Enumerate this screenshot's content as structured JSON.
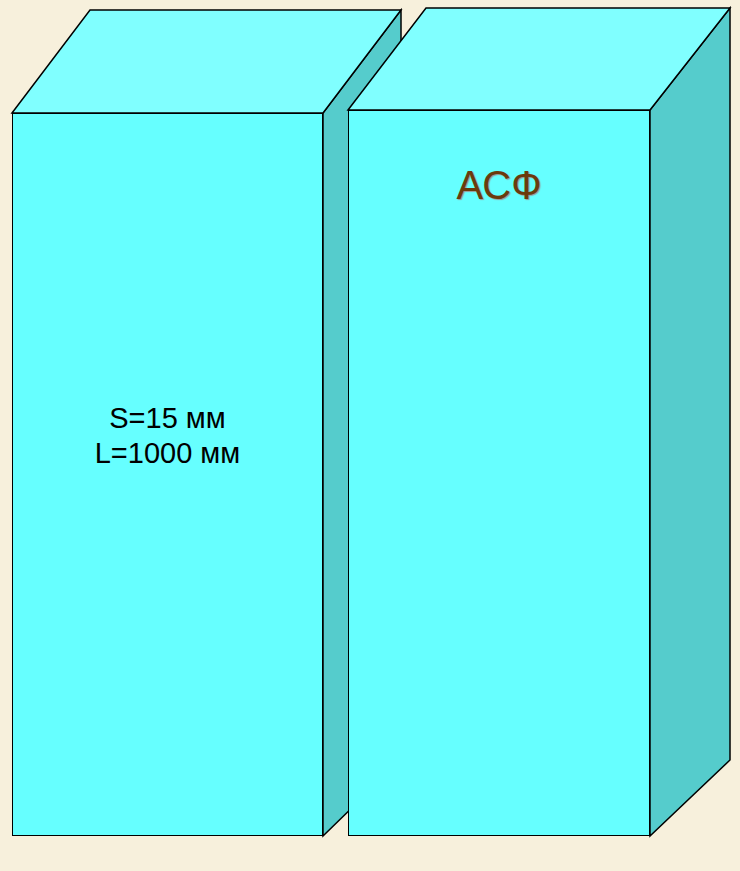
{
  "diagram": {
    "nodes": [
      {
        "text": [
          "S=15 мм",
          "L=1000 мм"
        ]
      },
      {
        "text": [
          "АСФ"
        ]
      }
    ]
  }
}
